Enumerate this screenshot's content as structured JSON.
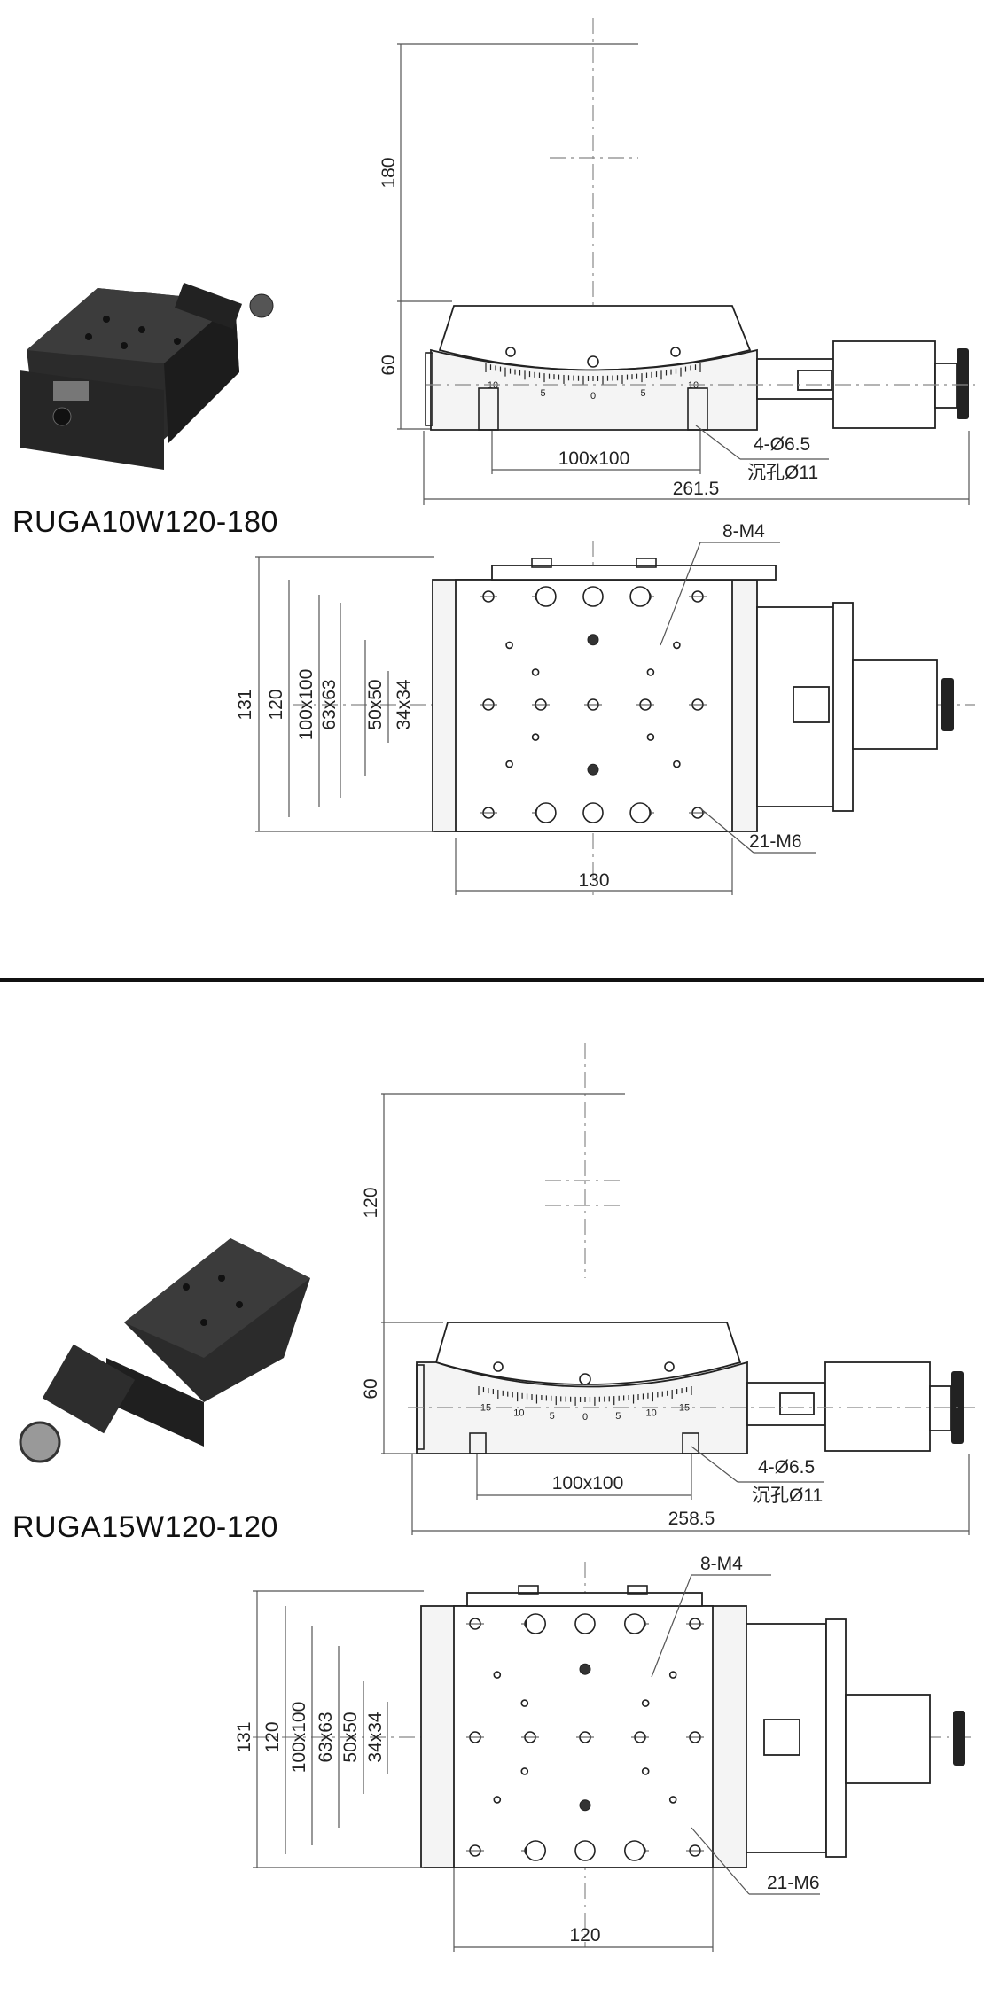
{
  "models": [
    {
      "name": "RUGA10W120-180",
      "side_dims": {
        "height_top": "180",
        "height_body": "60",
        "mount": "100x100",
        "total_length": "261.5"
      },
      "scale_labels": [
        "10",
        "5",
        "0",
        "5",
        "10"
      ],
      "holes_note": {
        "line1": "4-Ø6.5",
        "line2": "沉孔Ø11"
      },
      "top_dims": {
        "d131": "131",
        "d120": "120",
        "d100": "100x100",
        "d63": "63x63",
        "d50": "50x50",
        "d34": "34x34",
        "width": "130"
      },
      "callouts": {
        "m4": "8-M4",
        "m6": "21-M6"
      }
    },
    {
      "name": "RUGA15W120-120",
      "side_dims": {
        "height_top": "120",
        "height_body": "60",
        "mount": "100x100",
        "total_length": "258.5"
      },
      "scale_labels": [
        "15",
        "10",
        "5",
        "0",
        "5",
        "10",
        "15"
      ],
      "holes_note": {
        "line1": "4-Ø6.5",
        "line2": "沉孔Ø11"
      },
      "top_dims": {
        "d131": "131",
        "d120": "120",
        "d100": "100x100",
        "d63": "63x63",
        "d50": "50x50",
        "d34": "34x34",
        "width": "120"
      },
      "callouts": {
        "m4": "8-M4",
        "m6": "21-M6"
      }
    }
  ],
  "colors": {
    "line": "#222222",
    "dim": "#555555",
    "product": "#2b2b2b"
  }
}
